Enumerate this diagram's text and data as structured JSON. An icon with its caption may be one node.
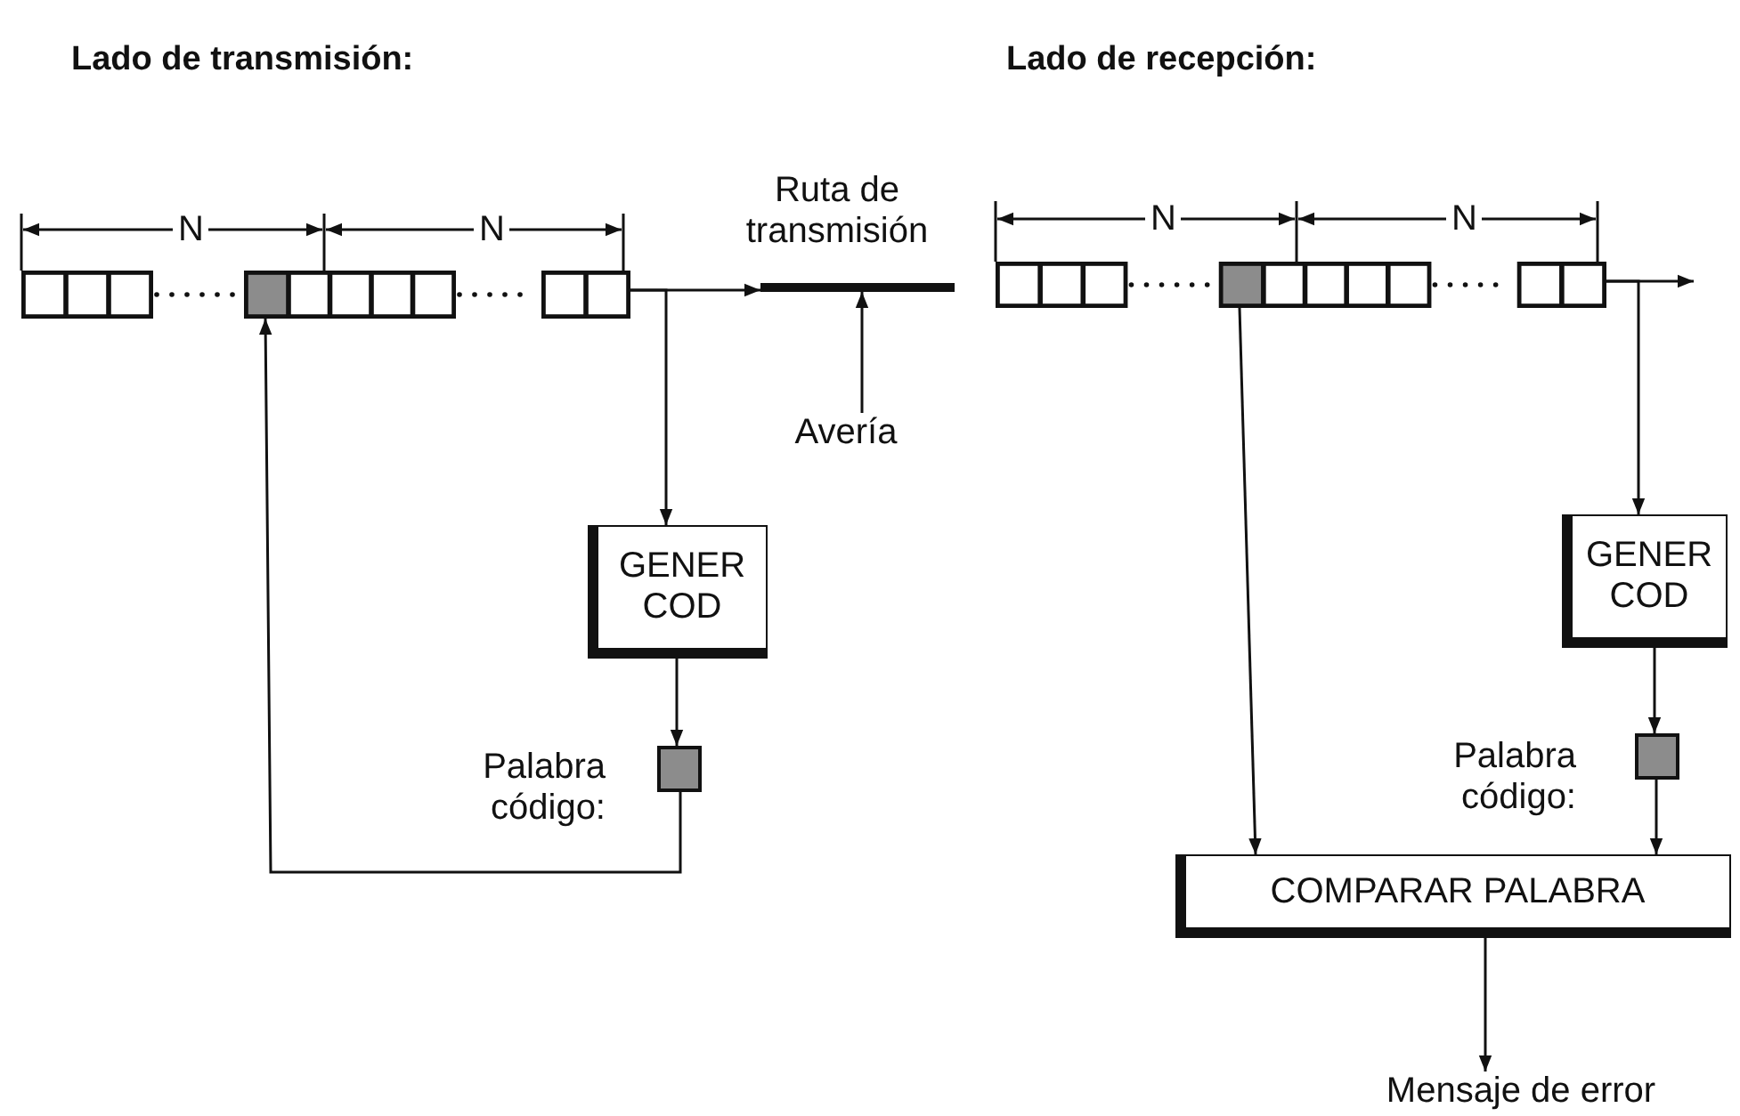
{
  "diagram": {
    "nodes": [
      {
        "text": [],
        "shape": "bar"
      },
      {
        "text": [
          "GENER COD"
        ]
      },
      {
        "text": [],
        "shape": "box",
        "beside": [
          "Palabra código:"
        ]
      },
      {
        "text": [],
        "shape": "bar",
        "beside": [
          "Ruta de transmisión"
        ]
      },
      {
        "text": [
          "Avería"
        ]
      },
      {
        "text": [],
        "shape": "bar"
      },
      {
        "text": [
          "GENER COD"
        ]
      },
      {
        "text": [],
        "shape": "box",
        "beside": [
          "Palabra código:"
        ]
      },
      {
        "text": [
          "COMPARAR PALABRA"
        ]
      },
      {
        "text": [
          "Mensaje de error"
        ]
      }
    ],
    "edges": [
      {
        "from": 0,
        "to": 1,
        "arrow": "to"
      },
      {
        "from": 1,
        "to": 2,
        "arrow": "to"
      },
      {
        "from": 2,
        "to": 0,
        "arrow": "to"
      },
      {
        "from": 0,
        "to": 3,
        "arrow": "to"
      },
      {
        "from": 4,
        "to": 3,
        "arrow": "to"
      },
      {
        "from": 5,
        "to": 8,
        "arrow": "to"
      },
      {
        "from": 5,
        "to": 6,
        "arrow": "to"
      },
      {
        "from": 6,
        "to": 7,
        "arrow": "to"
      },
      {
        "from": 7,
        "to": 8,
        "arrow": "to"
      },
      {
        "from": 8,
        "to": 9,
        "arrow": "to"
      },
      {
        "from": 5,
        "to": null,
        "arrow": "to"
      }
    ],
    "labels": [
      "Lado de transmisión:",
      "Lado de recepción:",
      "N",
      "N",
      "N",
      "N"
    ]
  }
}
